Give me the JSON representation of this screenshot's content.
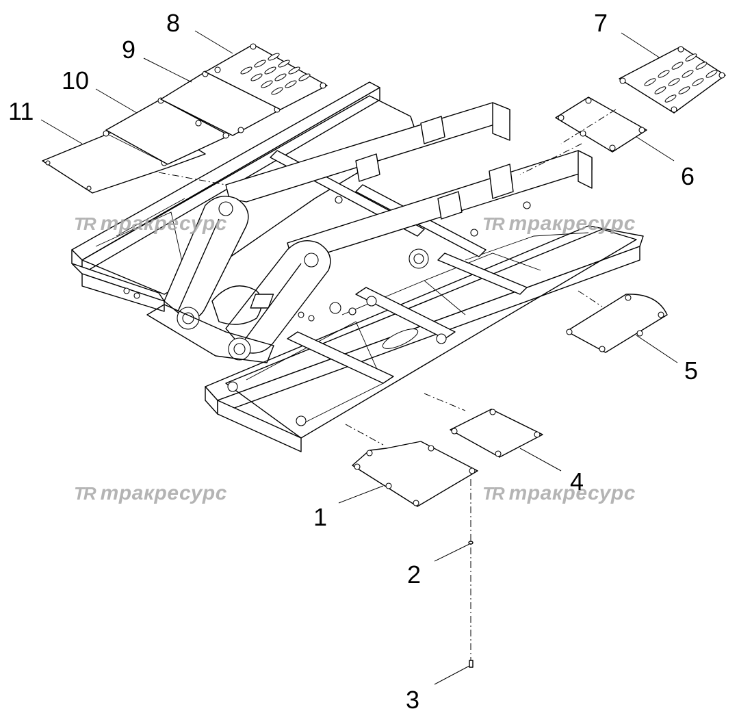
{
  "callouts": [
    {
      "id": "c1",
      "label": "1"
    },
    {
      "id": "c2",
      "label": "2"
    },
    {
      "id": "c3",
      "label": "3"
    },
    {
      "id": "c4",
      "label": "4"
    },
    {
      "id": "c5",
      "label": "5"
    },
    {
      "id": "c6",
      "label": "6"
    },
    {
      "id": "c7",
      "label": "7"
    },
    {
      "id": "c8",
      "label": "8"
    },
    {
      "id": "c9",
      "label": "9"
    },
    {
      "id": "c10",
      "label": "10"
    },
    {
      "id": "c11",
      "label": "11"
    }
  ],
  "watermark": {
    "logo": "TR",
    "text": "тракресурс"
  }
}
